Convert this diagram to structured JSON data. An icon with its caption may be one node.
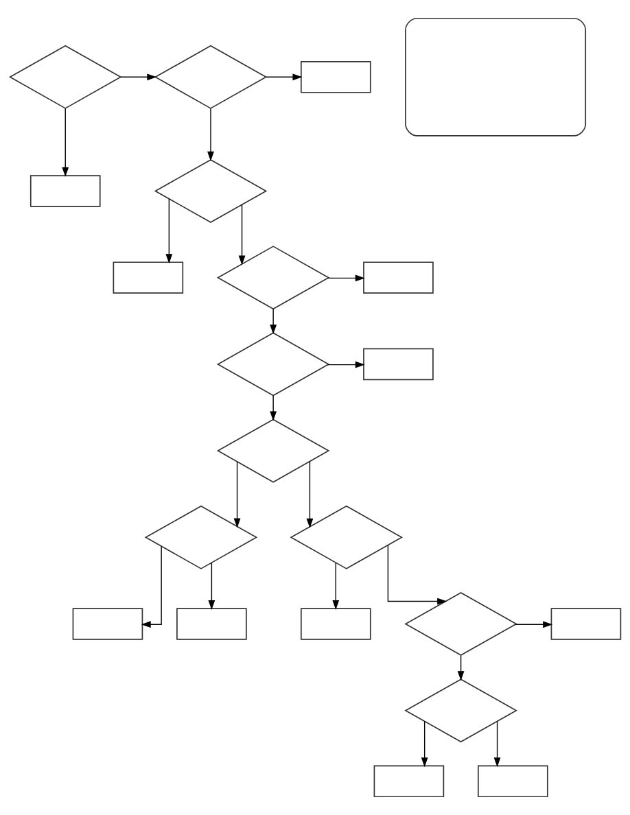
{
  "diagram": {
    "nodes": [
      {
        "text": [],
        "shape": "diamond"
      },
      {
        "text": [],
        "shape": "diamond"
      },
      {
        "text": [],
        "shape": "box"
      },
      {
        "text": [],
        "shape": "box"
      },
      {
        "text": [],
        "shape": "box"
      },
      {
        "text": [],
        "shape": "diamond"
      },
      {
        "text": [],
        "shape": "box"
      },
      {
        "text": [],
        "shape": "diamond"
      },
      {
        "text": [],
        "shape": "box"
      },
      {
        "text": [],
        "shape": "diamond"
      },
      {
        "text": [],
        "shape": "box"
      },
      {
        "text": [],
        "shape": "diamond"
      },
      {
        "text": [],
        "shape": "diamond"
      },
      {
        "text": [],
        "shape": "box"
      },
      {
        "text": [],
        "shape": "box"
      },
      {
        "text": [],
        "shape": "diamond"
      },
      {
        "text": [],
        "shape": "box"
      },
      {
        "text": [],
        "shape": "diamond"
      },
      {
        "text": [],
        "shape": "box"
      },
      {
        "text": [],
        "shape": "diamond"
      },
      {
        "text": [],
        "shape": "box"
      },
      {
        "text": [],
        "shape": "box"
      }
    ],
    "edges": [
      {
        "from": 0,
        "to": 1,
        "arrow": "to"
      },
      {
        "from": 0,
        "to": 4,
        "arrow": "to"
      },
      {
        "from": 1,
        "to": 2,
        "arrow": "to"
      },
      {
        "from": 1,
        "to": 5,
        "arrow": "to"
      },
      {
        "from": 5,
        "to": 6,
        "arrow": "to"
      },
      {
        "from": 5,
        "to": 7,
        "arrow": "to"
      },
      {
        "from": 7,
        "to": 8,
        "arrow": "to"
      },
      {
        "from": 7,
        "to": 9,
        "arrow": "to"
      },
      {
        "from": 9,
        "to": 10,
        "arrow": "to"
      },
      {
        "from": 9,
        "to": 11,
        "arrow": "to"
      },
      {
        "from": 11,
        "to": 12,
        "arrow": "to"
      },
      {
        "from": 11,
        "to": 15,
        "arrow": "to"
      },
      {
        "from": 12,
        "to": 13,
        "arrow": "to"
      },
      {
        "from": 12,
        "to": 14,
        "arrow": "to"
      },
      {
        "from": 15,
        "to": 16,
        "arrow": "to"
      },
      {
        "from": 15,
        "to": 17,
        "arrow": "to"
      },
      {
        "from": 17,
        "to": 18,
        "arrow": "to"
      },
      {
        "from": 17,
        "to": 19,
        "arrow": "to"
      },
      {
        "from": 19,
        "to": 20,
        "arrow": "to"
      },
      {
        "from": 19,
        "to": 21,
        "arrow": "to"
      }
    ]
  }
}
